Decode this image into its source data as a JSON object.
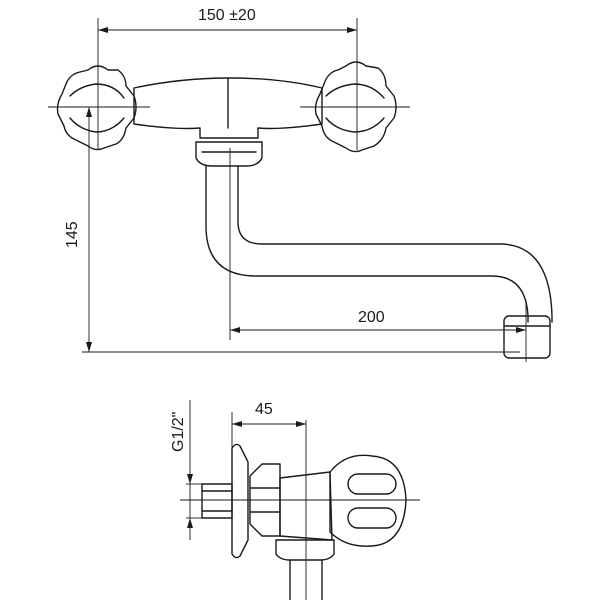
{
  "dimensions": {
    "handle_spacing": "150 ±20",
    "height": "145",
    "spout_reach": "200",
    "side_depth": "45",
    "thread": "G1/2\""
  }
}
